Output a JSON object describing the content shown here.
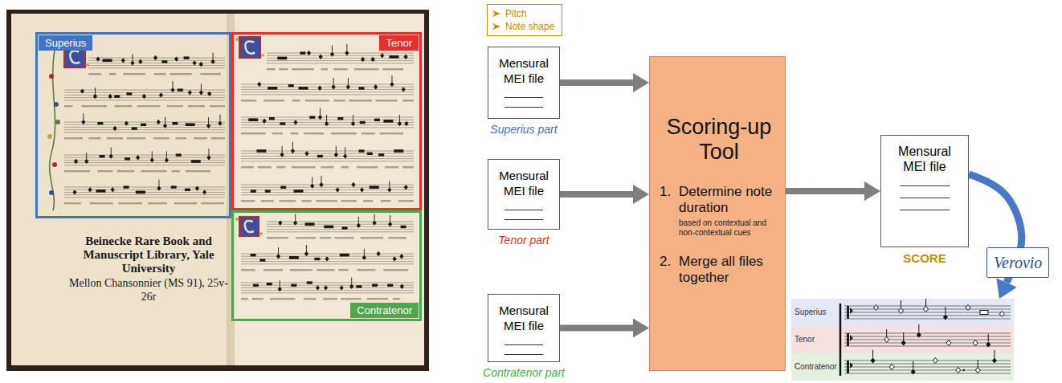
{
  "diagram": {
    "nodes": [
      {
        "text": [
          "Superius"
        ]
      },
      {
        "text": [
          "Tenor"
        ]
      },
      {
        "text": [
          "Contratenor"
        ]
      },
      {
        "text": [
          "Pitch",
          "Note shape"
        ]
      },
      {
        "text": [
          "Mensural MEI file",
          "Superius part"
        ]
      },
      {
        "text": [
          "Mensural MEI file",
          "Tenor part"
        ]
      },
      {
        "text": [
          "Mensural MEI file",
          "Contratenor part"
        ]
      },
      {
        "text": [
          "Scoring-up Tool",
          "1.",
          "Determine note duration",
          "based on contextual and non-contextual cues",
          "2.",
          "Merge all files together"
        ]
      },
      {
        "text": [
          "Mensural MEI file",
          "SCORE"
        ]
      },
      {
        "text": [
          "Superius",
          "Tenor",
          "Contratenor"
        ]
      }
    ],
    "edges": [
      {
        "from": 4,
        "to": 7,
        "arrow": "to"
      },
      {
        "from": 5,
        "to": 7,
        "arrow": "to"
      },
      {
        "from": 6,
        "to": 7,
        "arrow": "to"
      },
      {
        "from": 7,
        "to": 8,
        "arrow": "to"
      },
      {
        "from": 8,
        "to": 9,
        "arrow": "to"
      }
    ],
    "labels": [
      "Beinecke Rare Book and Manuscript Library, Yale University",
      "Mellon Chansonnier (MS 91), 25v-26r",
      "Verovio"
    ]
  }
}
